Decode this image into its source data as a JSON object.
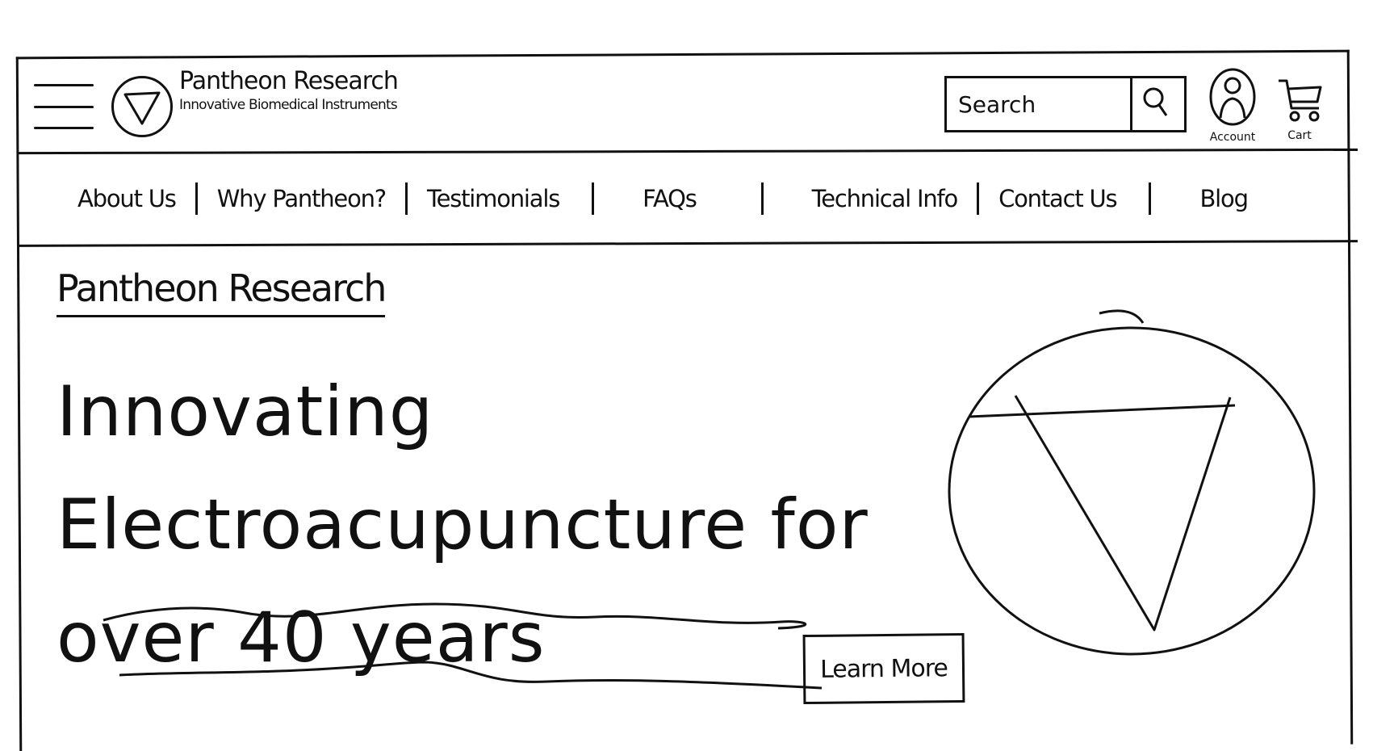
{
  "header": {
    "brand_name": "Pantheon Research",
    "tagline": "Innovative Biomedical Instruments",
    "search_placeholder": "Search",
    "account_label": "Account",
    "cart_label": "Cart"
  },
  "nav": {
    "items": [
      {
        "label": "About Us"
      },
      {
        "label": "Why Pantheon?"
      },
      {
        "label": "Testimonials"
      },
      {
        "label": "FAQs"
      },
      {
        "label": "Technical Info"
      },
      {
        "label": "Contact Us"
      },
      {
        "label": "Blog"
      }
    ]
  },
  "hero": {
    "eyebrow": "Pantheon Research",
    "headline": "Innovating Electroacupuncture for over 40 years",
    "cta_label": "Learn More"
  }
}
